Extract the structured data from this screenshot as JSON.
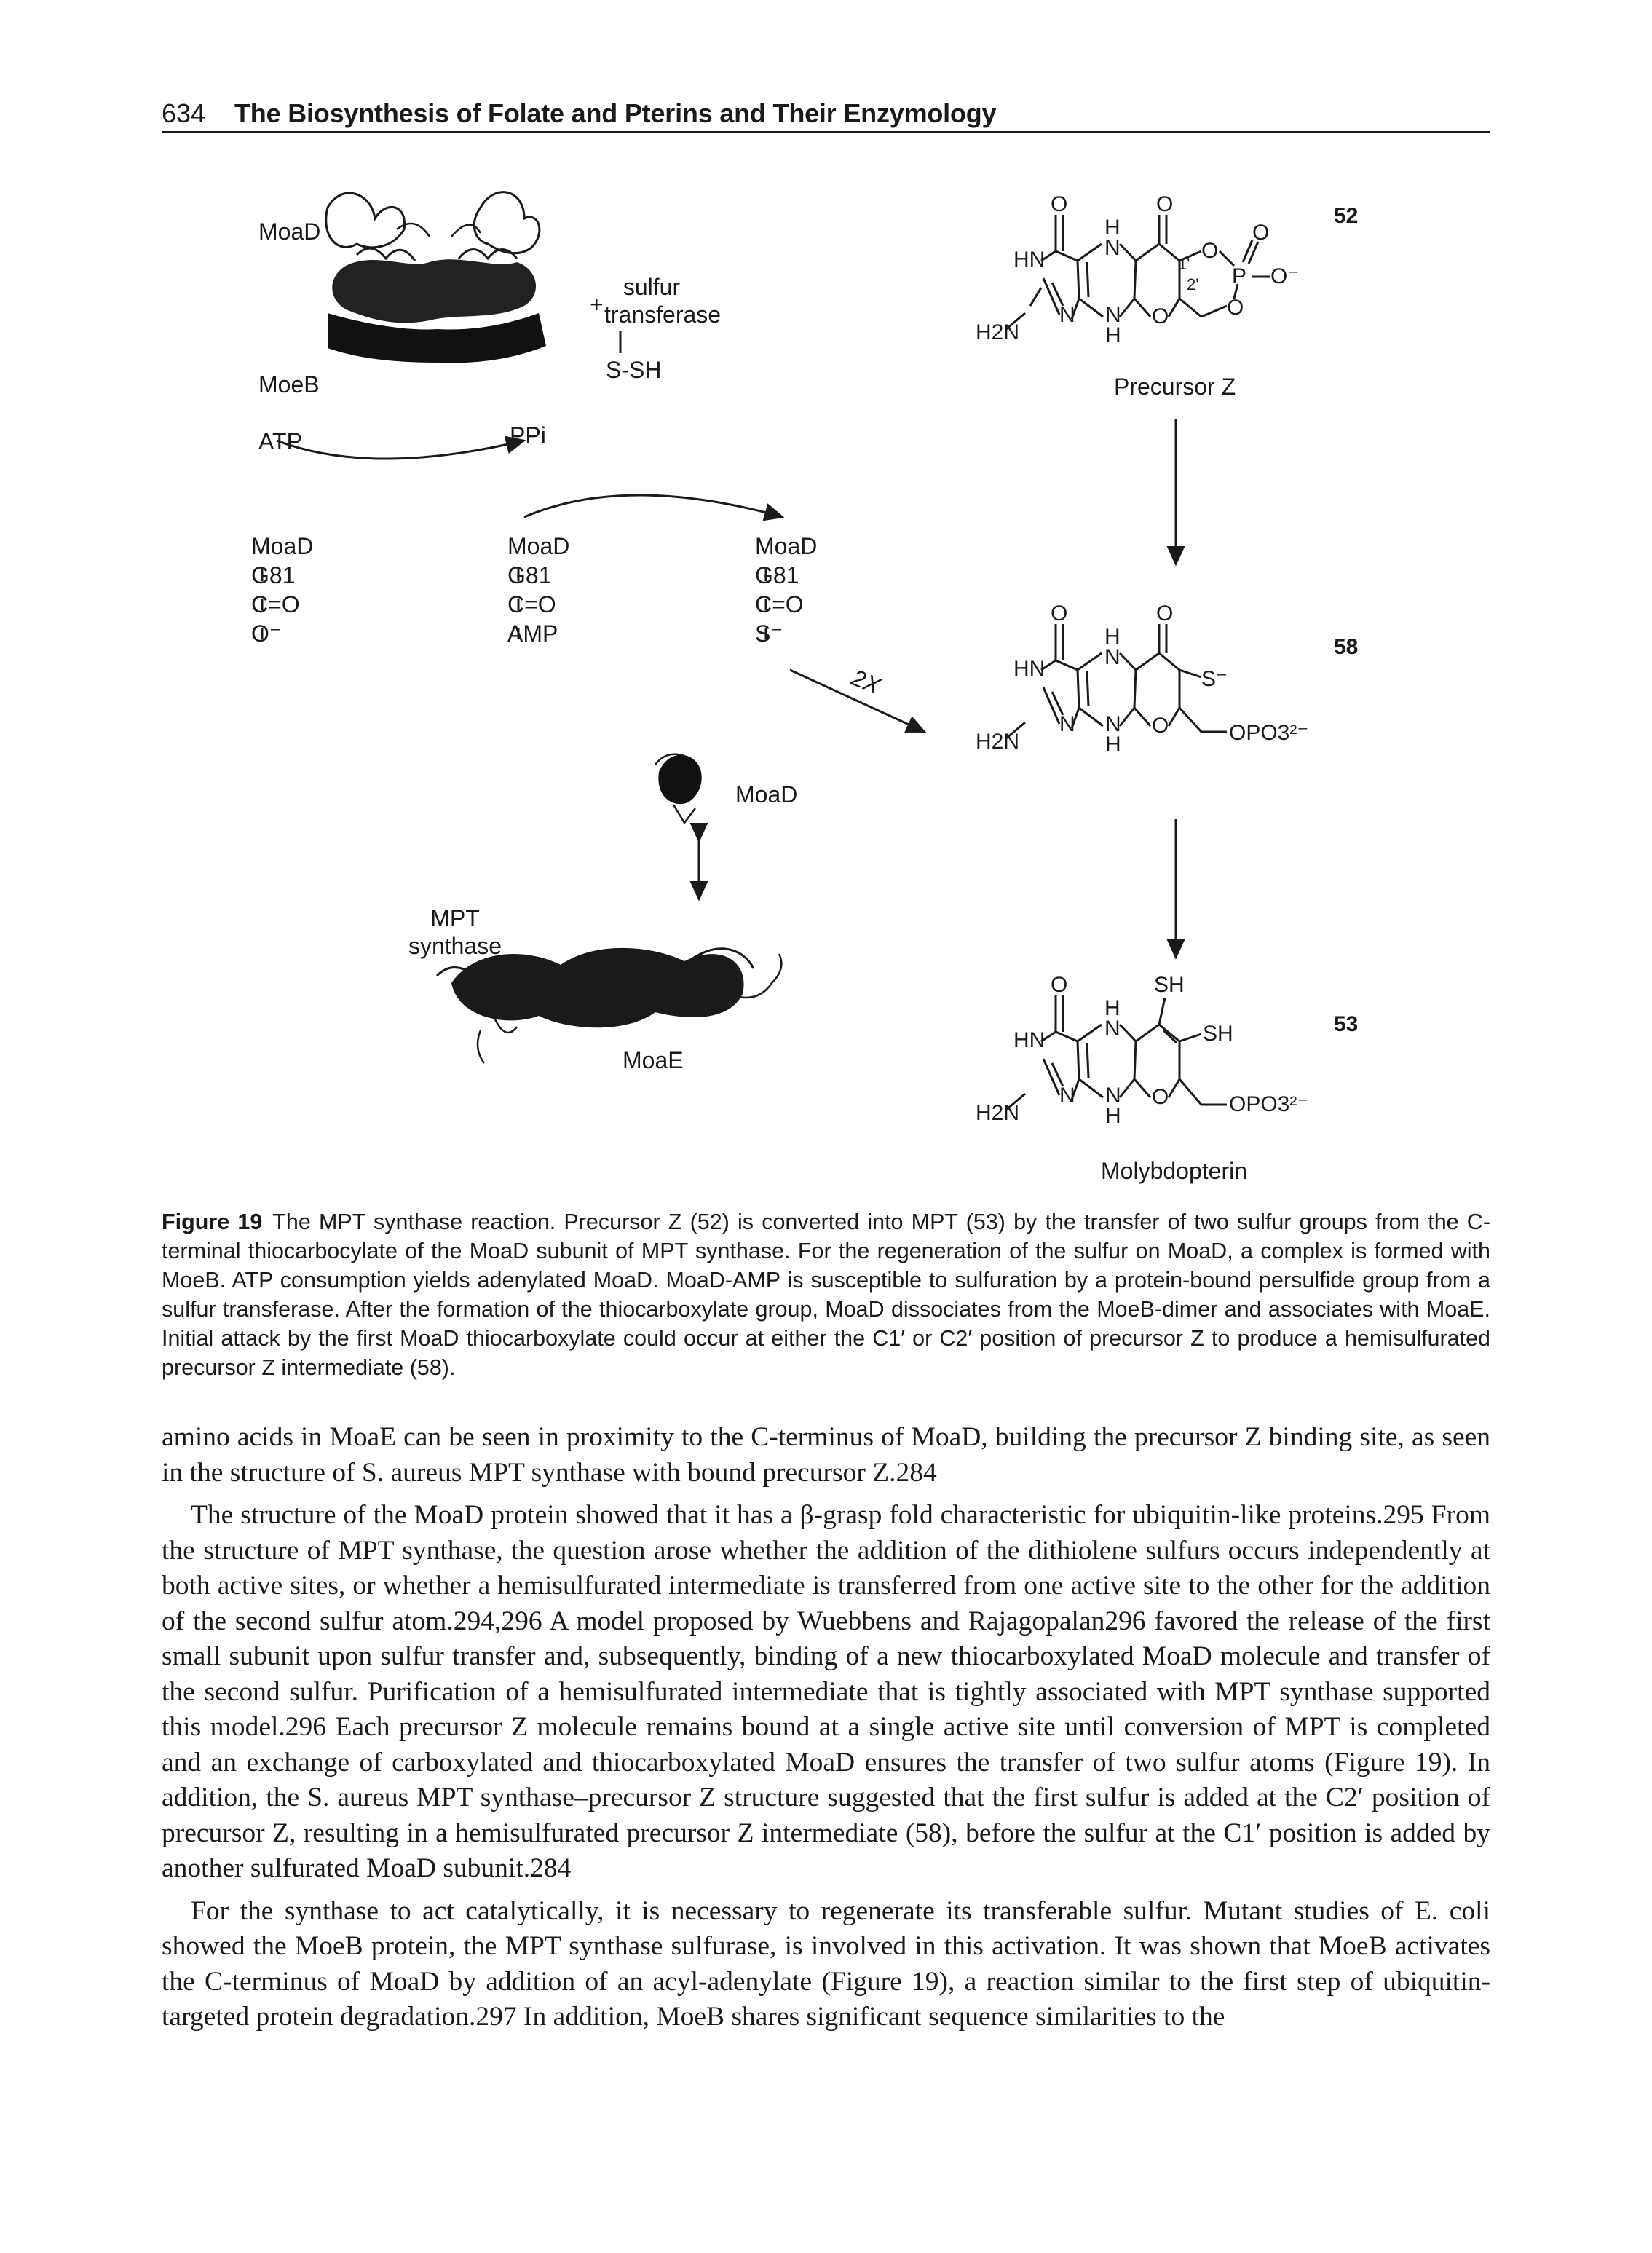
{
  "header": {
    "page_number": "634",
    "running_title": "The Biosynthesis of Folate and Pterins and Their Enzymology"
  },
  "figure": {
    "labels": {
      "moad_top": "MoaD",
      "moeb": "MoeB",
      "plus": "+",
      "sulfur_transferase": "sulfur transferase",
      "s_sh": "S-SH",
      "atp": "ATP",
      "ppi": "PPi",
      "two_x": "2X",
      "moad_bottom": "MoaD",
      "mpt_synthase": "MPT synthase",
      "moae": "MoaE",
      "precursor_z": "Precursor Z",
      "molybdopterin": "Molybdopterin"
    },
    "intermediates": [
      {
        "rows": [
          "MoaD",
          "G81",
          "C=O",
          "O⁻"
        ]
      },
      {
        "rows": [
          "MoaD",
          "G81",
          "C=O",
          "AMP"
        ]
      },
      {
        "rows": [
          "MoaD",
          "G81",
          "C=O",
          "S⁻"
        ]
      }
    ],
    "compounds": {
      "c52": "52",
      "c58": "58",
      "c53": "53"
    },
    "atoms": {
      "o": "O",
      "h": "H",
      "n": "N",
      "hn": "HN",
      "h2n": "H2N",
      "p": "P",
      "o_minus": "O⁻",
      "s_minus": "S⁻",
      "sh": "SH",
      "opo3": "OPO3²⁻",
      "one_prime": "1'",
      "two_prime": "2'"
    }
  },
  "caption": {
    "label": "Figure 19",
    "text": "The MPT synthase reaction. Precursor Z (52) is converted into MPT (53) by the transfer of two sulfur groups from the C-terminal thiocarbocylate of the MoaD subunit of MPT synthase. For the regeneration of the sulfur on MoaD, a complex is formed with MoeB. ATP consumption yields adenylated MoaD. MoaD-AMP is susceptible to sulfuration by a protein-bound persulfide group from a sulfur transferase. After the formation of the thiocarboxylate group, MoaD dissociates from the MoeB-dimer and associates with MoaE. Initial attack by the first MoaD thiocarboxylate could occur at either the C1′ or C2′ position of precursor Z to produce a hemisulfurated precursor Z intermediate (58)."
  },
  "body": {
    "paragraphs": [
      "amino acids in MoaE can be seen in proximity to the C-terminus of MoaD, building the precursor Z binding site, as seen in the structure of S. aureus MPT synthase with bound precursor Z.284",
      "The structure of the MoaD protein showed that it has a β-grasp fold characteristic for ubiquitin-like proteins.295 From the structure of MPT synthase, the question arose whether the addition of the dithiolene sulfurs occurs independently at both active sites, or whether a hemisulfurated intermediate is transferred from one active site to the other for the addition of the second sulfur atom.294,296 A model proposed by Wuebbens and Rajagopalan296 favored the release of the first small subunit upon sulfur transfer and, subsequently, binding of a new thiocarboxylated MoaD molecule and transfer of the second sulfur. Purification of a hemisulfurated intermediate that is tightly associated with MPT synthase supported this model.296 Each precursor Z molecule remains bound at a single active site until conversion of MPT is completed and an exchange of carboxylated and thiocarboxylated MoaD ensures the transfer of two sulfur atoms (Figure 19). In addition, the S. aureus MPT synthase–precursor Z structure suggested that the first sulfur is added at the C2′ position of precursor Z, resulting in a hemisulfurated precursor Z intermediate (58), before the sulfur at the C1′ position is added by another sulfurated MoaD subunit.284",
      "For the synthase to act catalytically, it is necessary to regenerate its transferable sulfur. Mutant studies of E. coli showed the MoeB protein, the MPT synthase sulfurase, is involved in this activation. It was shown that MoeB activates the C-terminus of MoaD by addition of an acyl-adenylate (Figure 19), a reaction similar to the first step of ubiquitin-targeted protein degradation.297 In addition, MoeB shares significant sequence similarities to the"
    ]
  }
}
